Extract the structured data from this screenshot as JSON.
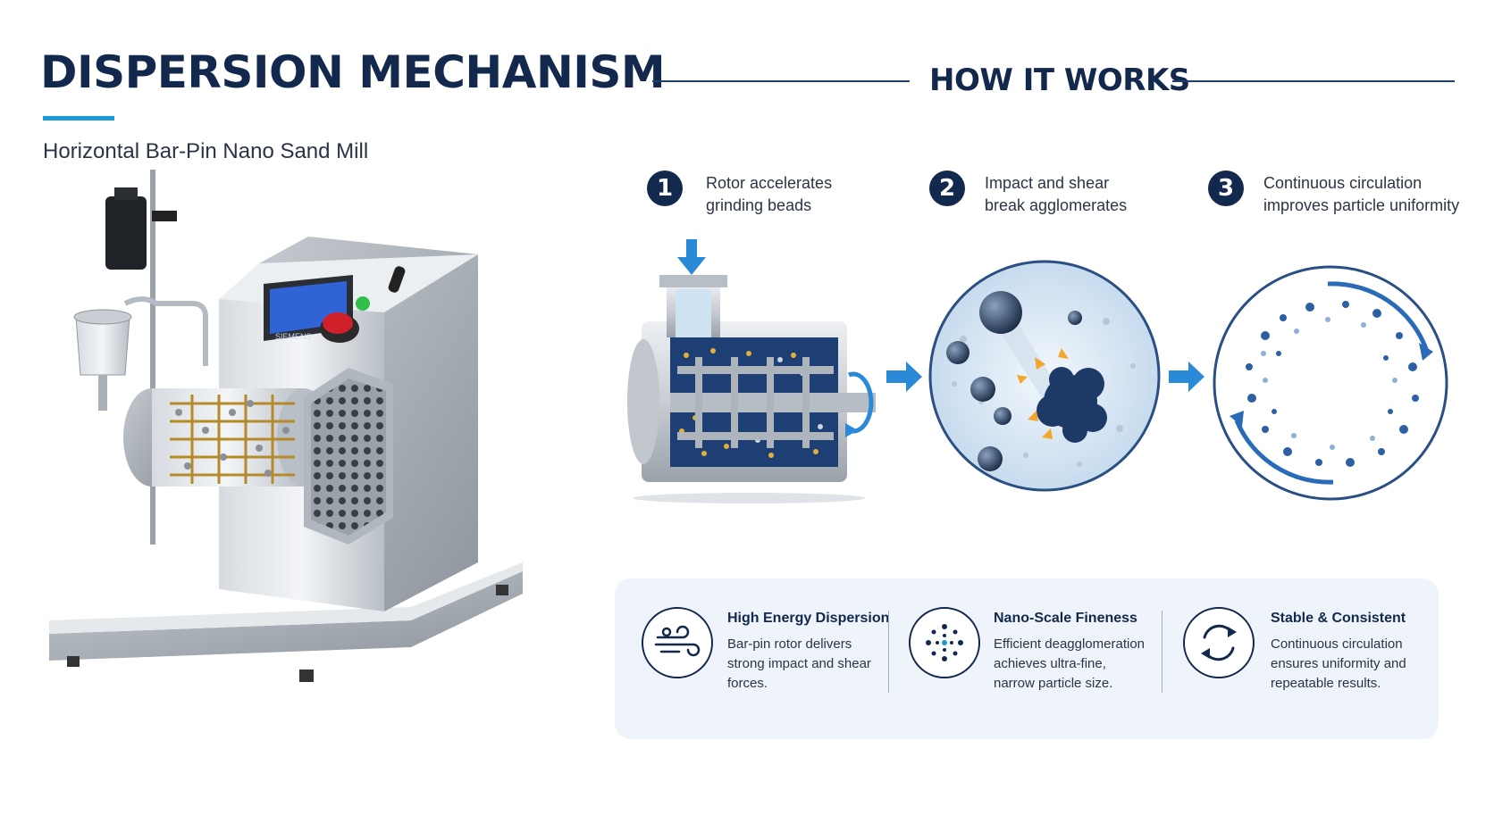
{
  "header": {
    "title": "DISPERSION MECHANISM",
    "subtitle": "Horizontal Bar-Pin Nano Sand Mill",
    "section_title": "HOW IT WORKS"
  },
  "machine": {
    "brand_label": "SIEMENS"
  },
  "steps": [
    {
      "number": "1",
      "line1": "Rotor accelerates",
      "line2": "grinding beads"
    },
    {
      "number": "2",
      "line1": "Impact and shear",
      "line2": "break agglomerates"
    },
    {
      "number": "3",
      "line1": "Continuous circulation",
      "line2": "improves particle uniformity"
    }
  ],
  "features": [
    {
      "icon": "wind-energy-icon",
      "title": "High Energy Dispersion",
      "lines": [
        "Bar-pin rotor delivers",
        "strong impact and shear",
        "forces."
      ]
    },
    {
      "icon": "nano-particles-icon",
      "title": "Nano-Scale Fineness",
      "lines": [
        "Efficient deagglomeration",
        "achieves ultra-fine,",
        "narrow particle size."
      ]
    },
    {
      "icon": "circular-arrows-icon",
      "title": "Stable & Consistent",
      "lines": [
        "Continuous circulation",
        "ensures uniformity and",
        "repeatable results."
      ]
    }
  ],
  "colors": {
    "navy": "#13284d",
    "accent_blue": "#1a9ad6",
    "panel_bg": "#eef4fa"
  }
}
